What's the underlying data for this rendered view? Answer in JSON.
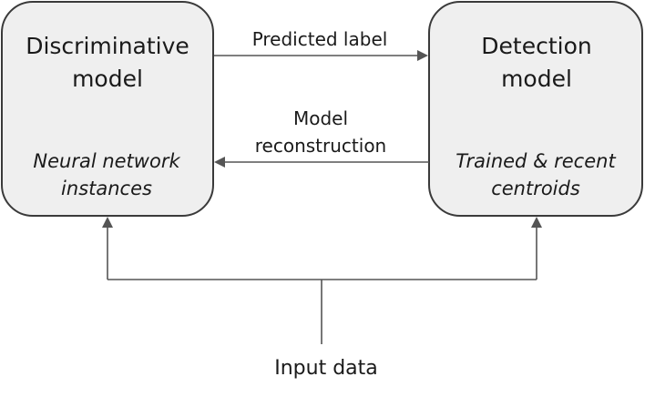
{
  "discriminative": {
    "title_line1": "Discriminative",
    "title_line2": "model",
    "sub_line1": "Neural network",
    "sub_line2": "instances"
  },
  "detection": {
    "title_line1": "Detection",
    "title_line2": "model",
    "sub_line1": "Trained & recent",
    "sub_line2": "centroids"
  },
  "edges": {
    "predicted_label": "Predicted label",
    "reconstruction_line1": "Model",
    "reconstruction_line2": "reconstruction"
  },
  "input_label": "Input data"
}
